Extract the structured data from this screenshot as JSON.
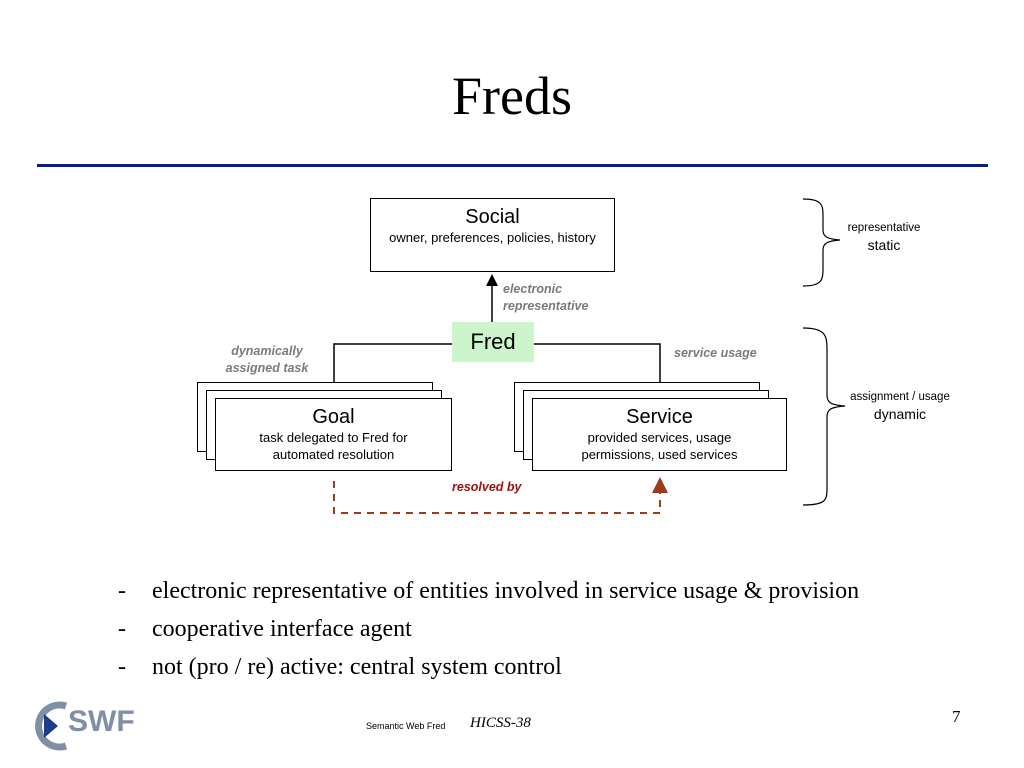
{
  "slide": {
    "title": "Freds",
    "page_number": "7"
  },
  "diagram": {
    "social": {
      "title": "Social",
      "subtitle": "owner, preferences, policies, history"
    },
    "fred": {
      "label": "Fred"
    },
    "goal": {
      "title": "Goal",
      "subtitle": "task delegated to Fred for automated resolution"
    },
    "service": {
      "title": "Service",
      "subtitle": "provided services, usage permissions, used services"
    },
    "edge_labels": {
      "electronic_representative": [
        "electronic",
        "representative"
      ],
      "dynamically_assigned_task": [
        "dynamically",
        "assigned task"
      ],
      "service_usage": "service usage",
      "resolved_by": "resolved by"
    },
    "braces": {
      "top": {
        "small": "representative",
        "big": "static"
      },
      "bottom": {
        "small": "assignment / usage",
        "big": "dynamic"
      }
    },
    "colors": {
      "fred_fill": "#ccf5cc",
      "resolved_edge": "#a03b1a",
      "title_rule": "#0b1a8a"
    }
  },
  "bullets": [
    "electronic representative of entities involved in service usage & provision",
    "cooperative interface agent",
    "not (pro / re) active: central system control"
  ],
  "bullet_marker": "-",
  "footer": {
    "logo_text": "SWF",
    "small_text": "Semantic Web Fred",
    "conference": "HICSS-38"
  }
}
